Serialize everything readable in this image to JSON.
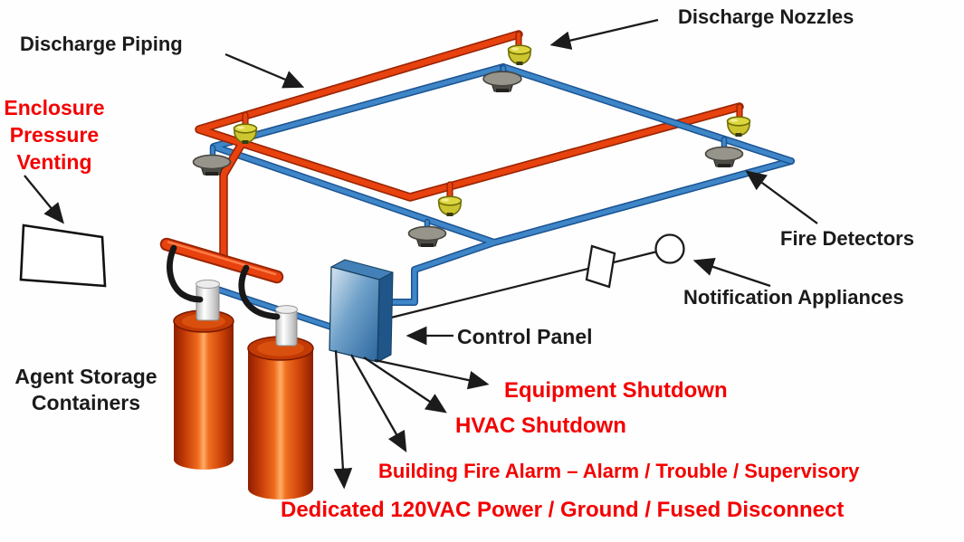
{
  "title": "Clean agent fire suppression system diagram",
  "labels": {
    "discharge_piping": "Discharge Piping",
    "discharge_nozzles": "Discharge Nozzles",
    "enclosure_pressure_venting": "Enclosure\nPressure\nVenting",
    "fire_detectors": "Fire Detectors",
    "notification_appliances": "Notification Appliances",
    "control_panel": "Control Panel",
    "agent_storage_containers": "Agent Storage\nContainers",
    "equipment_shutdown": "Equipment Shutdown",
    "hvac_shutdown": "HVAC Shutdown",
    "building_fire_alarm": "Building Fire Alarm – Alarm / Trouble / Supervisory",
    "dedicated_power": "Dedicated 120VAC Power / Ground / Fused Disconnect"
  },
  "components": {
    "discharge_nozzle_count": 4,
    "fire_detector_count": 4,
    "agent_container_count": 2,
    "notification_appliance_shapes": [
      "horn-parallelogram-icon",
      "bell-circle-icon"
    ],
    "piping": [
      "red-discharge-piping",
      "blue-detection-loop",
      "black-discharge-hoses"
    ]
  },
  "colors": {
    "label_black": "#1b1b1b",
    "label_red": "#f40000",
    "pipe_red": "#e8420f",
    "pipe_red_dark": "#9a2503",
    "pipe_blue": "#3e86c8",
    "pipe_blue_dark": "#1b5391",
    "nozzle_yellow": "#cdc52f",
    "detector_gray": "#97948b",
    "panel_blue": "#3c7ab2",
    "cylinder_orange": "#ee6a1c",
    "hose_black": "#181818",
    "background": "#fefefe"
  }
}
